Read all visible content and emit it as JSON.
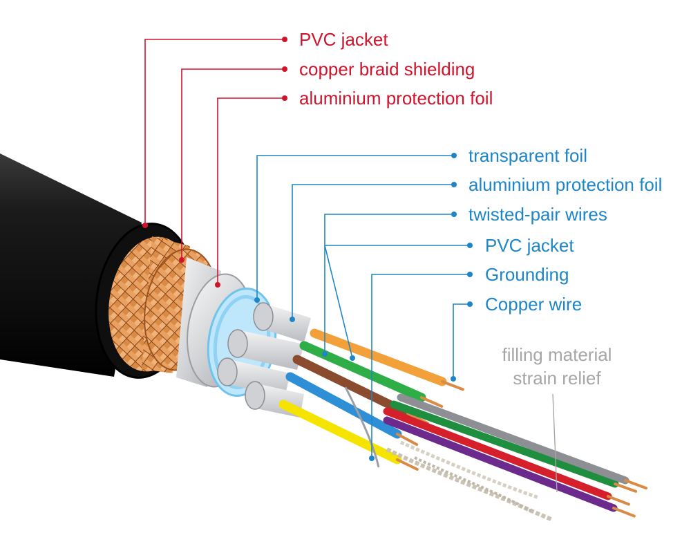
{
  "colors": {
    "outer_label": "#d0142c",
    "inner_label": "#1e86c6",
    "filling_label": "#a6a6a6",
    "jacket": "#121212",
    "copper": "#d98a45",
    "foil": "#dcdde0",
    "transparent_foil": "#8fd2f3"
  },
  "outer_labels": [
    {
      "text": "PVC jacket"
    },
    {
      "text": "copper braid shielding"
    },
    {
      "text": "aluminium protection foil"
    }
  ],
  "inner_labels": [
    {
      "text": "transparent foil"
    },
    {
      "text": "aluminium protection foil"
    },
    {
      "text": "twisted-pair wires"
    },
    {
      "text": "PVC jacket"
    },
    {
      "text": "Grounding"
    },
    {
      "text": "Copper wire"
    }
  ],
  "filling_label": {
    "line1": "filling material",
    "line2": "strain relief"
  },
  "wire_colors": [
    "#f2a13a",
    "#2fae48",
    "#8a4b2e",
    "#2f8fd6",
    "#f5e400",
    "#d51f2a",
    "#6b2a8c",
    "#1f8f3f",
    "#8d8f94"
  ]
}
